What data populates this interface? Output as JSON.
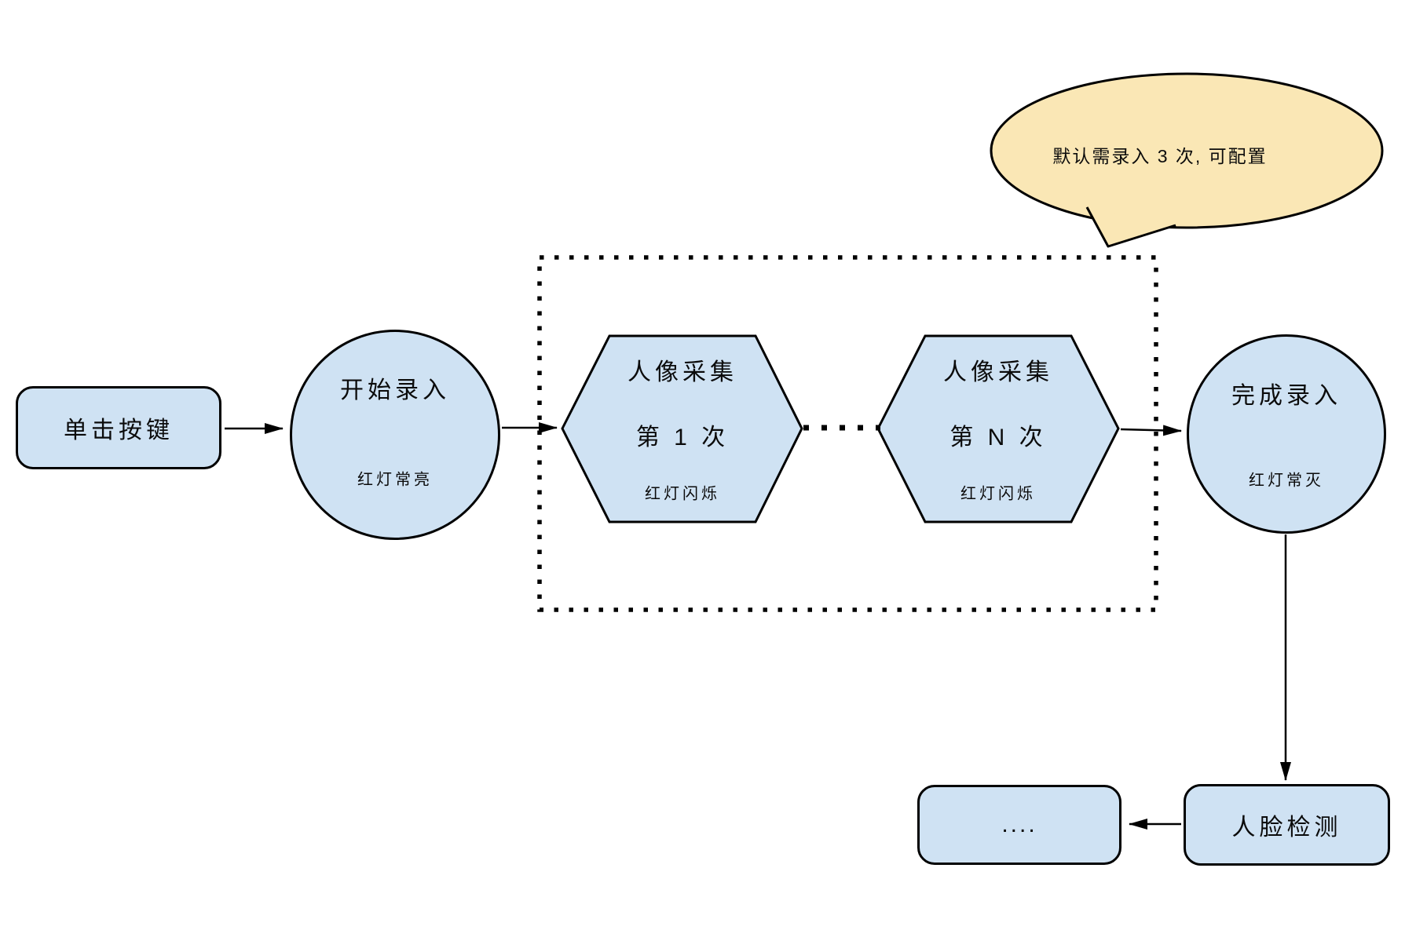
{
  "diagram": {
    "nodes": {
      "click_button": {
        "label": "单击按键"
      },
      "start": {
        "label": "开始录入",
        "sublabel": "红灯常亮"
      },
      "capture_first": {
        "label": "人像采集",
        "label2": "第 1 次",
        "sublabel": "红灯闪烁"
      },
      "capture_nth": {
        "label": "人像采集",
        "label2": "第 N 次",
        "sublabel": "红灯闪烁"
      },
      "finish": {
        "label": "完成录入",
        "sublabel": "红灯常灭"
      },
      "face_detect": {
        "label": "人脸检测"
      },
      "ellipsis": {
        "label": "...."
      }
    },
    "callout": {
      "text": "默认需录入 3 次, 可配置"
    }
  },
  "colors": {
    "node_fill": "#CFE2F3",
    "callout_fill": "#FAE7B5",
    "stroke": "#000000"
  }
}
